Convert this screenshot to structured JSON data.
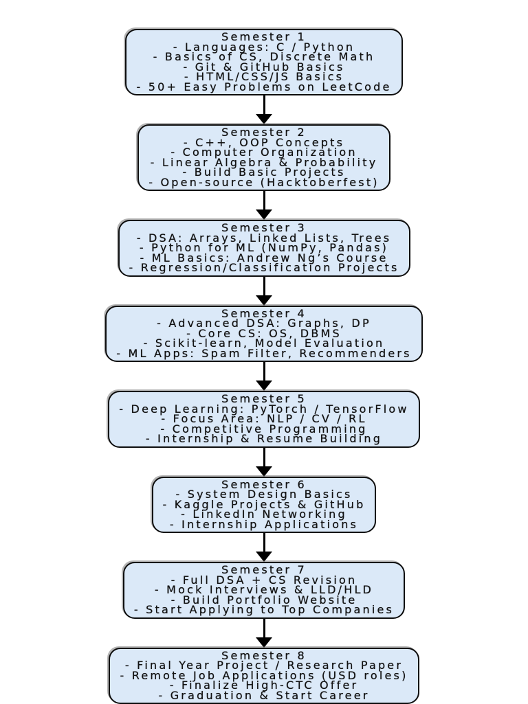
{
  "flow": {
    "type": "flowchart",
    "direction": "top-to-bottom",
    "colors": {
      "node_fill": "#dbe9f8",
      "node_border": "#0d0d0d",
      "arrow": "#000000",
      "background": "#ffffff",
      "text": "#121212"
    },
    "nodes": [
      {
        "title": "Semester 1",
        "items": [
          "- Languages: C / Python",
          "- Basics of CS, Discrete Math",
          "- Git & GitHub Basics",
          "- HTML/CSS/JS Basics",
          "- 50+ Easy Problems on LeetCode"
        ]
      },
      {
        "title": "Semester 2",
        "items": [
          "- C++, OOP Concepts",
          "- Computer Organization",
          "- Linear Algebra & Probability",
          "- Build Basic Projects",
          "- Open-source (Hacktoberfest)"
        ]
      },
      {
        "title": "Semester 3",
        "items": [
          "- DSA: Arrays, Linked Lists, Trees",
          "- Python for ML (NumPy, Pandas)",
          "- ML Basics: Andrew Ng’s Course",
          "- Regression/Classification Projects"
        ]
      },
      {
        "title": "Semester 4",
        "items": [
          "- Advanced DSA: Graphs, DP",
          "- Core CS: OS, DBMS",
          "- Scikit-learn, Model Evaluation",
          "- ML Apps: Spam Filter, Recommenders"
        ]
      },
      {
        "title": "Semester 5",
        "items": [
          "- Deep Learning: PyTorch / TensorFlow",
          "- Focus Area: NLP / CV / RL",
          "- Competitive Programming",
          "- Internship & Resume Building"
        ]
      },
      {
        "title": "Semester 6",
        "items": [
          "- System Design Basics",
          "- Kaggle Projects & GitHub",
          "- LinkedIn Networking",
          "- Internship Applications"
        ]
      },
      {
        "title": "Semester 7",
        "items": [
          "- Full DSA + CS Revision",
          "- Mock Interviews & LLD/HLD",
          "- Build Portfolio Website",
          "- Start Applying to Top Companies"
        ]
      },
      {
        "title": "Semester 8",
        "items": [
          "- Final Year Project / Research Paper",
          "- Remote Job Applications (USD roles)",
          "- Finalize High-CTC Offer",
          "- Graduation & Start Career"
        ]
      }
    ]
  }
}
